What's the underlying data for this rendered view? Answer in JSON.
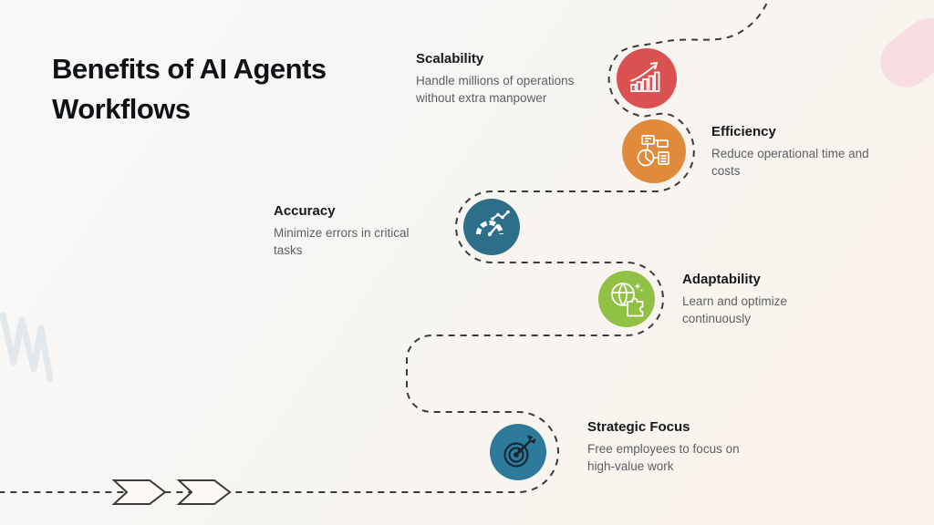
{
  "title": "Benefits of AI Agents Workflows",
  "path": {
    "color": "#3a3a3a",
    "style": "dashed"
  },
  "decorations": {
    "blob_color": "#f8dee1",
    "squiggle_color": "#cfdde4",
    "chevron_outline_color": "#3a3a3a",
    "chevron_fill_color": "#fcf9f5"
  },
  "nodes": [
    {
      "id": "scalability",
      "label": "Scalability",
      "description": "Handle millions of operations without extra manpower",
      "color": "#d95150",
      "icon": "bar-chart-growth-icon"
    },
    {
      "id": "efficiency",
      "label": "Efficiency",
      "description": "Reduce operational time and costs",
      "color": "#e08b3c",
      "icon": "workflow-pie-chart-icon"
    },
    {
      "id": "accuracy",
      "label": "Accuracy",
      "description": "Minimize errors in critical tasks",
      "color": "#2d6f88",
      "icon": "gauge-icon"
    },
    {
      "id": "adaptability",
      "label": "Adaptability",
      "description": "Learn and optimize continuously",
      "color": "#90c044",
      "icon": "globe-puzzle-icon"
    },
    {
      "id": "strategic_focus",
      "label": "Strategic Focus",
      "description": "Free employees to focus on high-value work",
      "color": "#2e7a9a",
      "icon": "dartboard-dart-icon"
    }
  ],
  "icon_ink": {
    "light": "#ffffff",
    "dark": "#15242e"
  }
}
